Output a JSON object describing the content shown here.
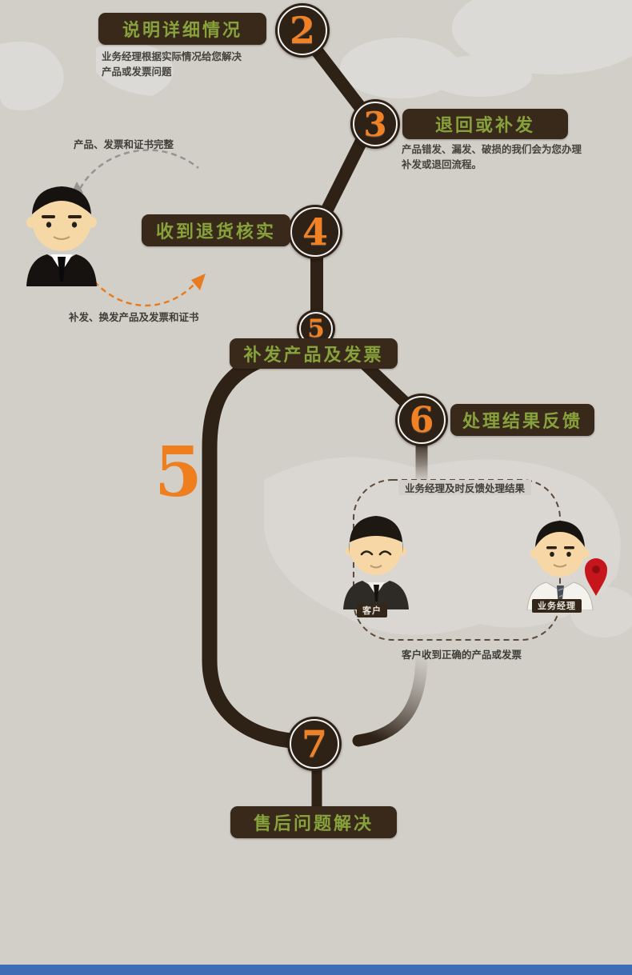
{
  "page": {
    "bg": "#d2cec8",
    "bottom_bar_color": "#3f6db5",
    "path_color": "#2e2116",
    "label_text_color": "#87a23b",
    "number_color": "#f08125"
  },
  "steps": [
    {
      "number": "2",
      "label": "说明详细情况",
      "description": "业务经理根据实际情况给您解决\n产品或发票问题"
    },
    {
      "number": "3",
      "label": "退回或补发",
      "description": "产品错发、漏发、破损的我们会为您办理\n补发或退回流程。"
    },
    {
      "number": "4",
      "label": "收到退货核实",
      "description": ""
    },
    {
      "number": "5",
      "label": "补发产品及发票",
      "description": ""
    },
    {
      "number": "6",
      "label": "处理结果反馈",
      "description": ""
    },
    {
      "number": "7",
      "label": "售后问题解决",
      "description": ""
    }
  ],
  "annotations": {
    "return_check_top": "产品、发票和证书完整",
    "return_check_bottom": "补发、换发产品及发票和证书",
    "feedback_top": "业务经理及时反馈处理结果",
    "feedback_bottom": "客户收到正确的产品或发票",
    "big_number": "5"
  },
  "figures": {
    "customer_tag": "客户",
    "manager_tag": "业务经理"
  }
}
